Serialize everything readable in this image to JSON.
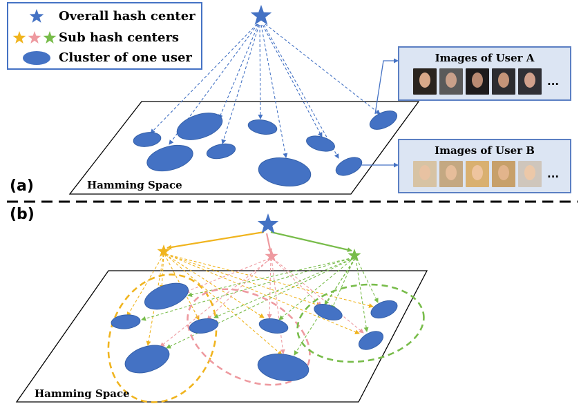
{
  "legend": {
    "overall_label": "Overall hash center",
    "sub_label": "Sub hash centers",
    "cluster_label": "Cluster of one user"
  },
  "panel_a": {
    "label": "(a)",
    "space_label": "Hamming Space",
    "user_a_title": "Images of User A",
    "user_b_title": "Images of User B",
    "ellipsis": "..."
  },
  "panel_b": {
    "label": "(b)",
    "space_label": "Hamming Space"
  },
  "colors": {
    "blue": "#4472c4",
    "yellow": "#f0b41e",
    "pink": "#ee9aa0",
    "green": "#78bc4a"
  }
}
